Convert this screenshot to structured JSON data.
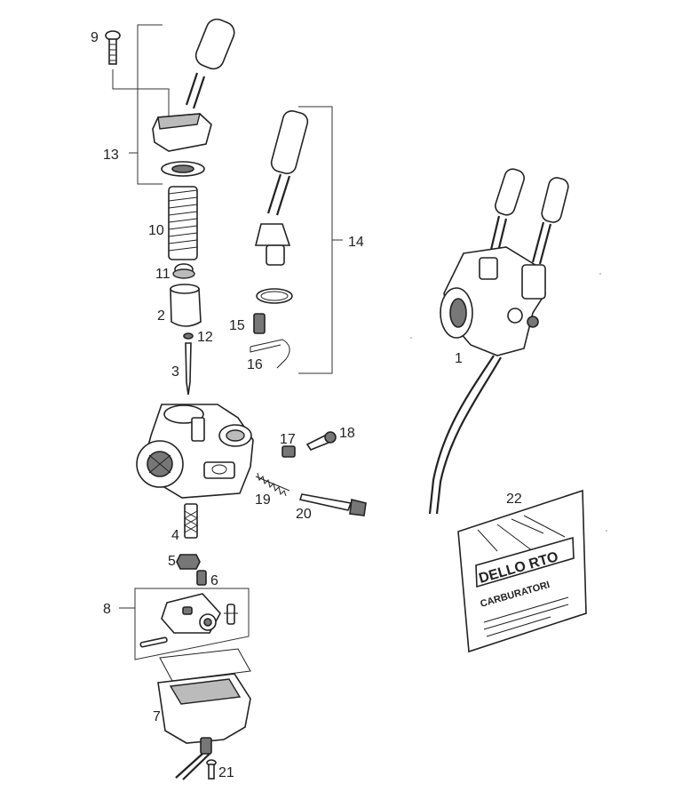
{
  "diagram": {
    "callouts": {
      "c1": "1",
      "c2": "2",
      "c3": "3",
      "c4": "4",
      "c5": "5",
      "c6": "6",
      "c7": "7",
      "c8": "8",
      "c9": "9",
      "c10": "10",
      "c11": "11",
      "c12": "12",
      "c13": "13",
      "c14": "14",
      "c15": "15",
      "c16": "16",
      "c17": "17",
      "c18": "18",
      "c19": "19",
      "c20": "20",
      "c21": "21",
      "c22": "22"
    },
    "bag_label": {
      "line1": "DELLO RTO",
      "line2": "CARBURATORI"
    }
  }
}
